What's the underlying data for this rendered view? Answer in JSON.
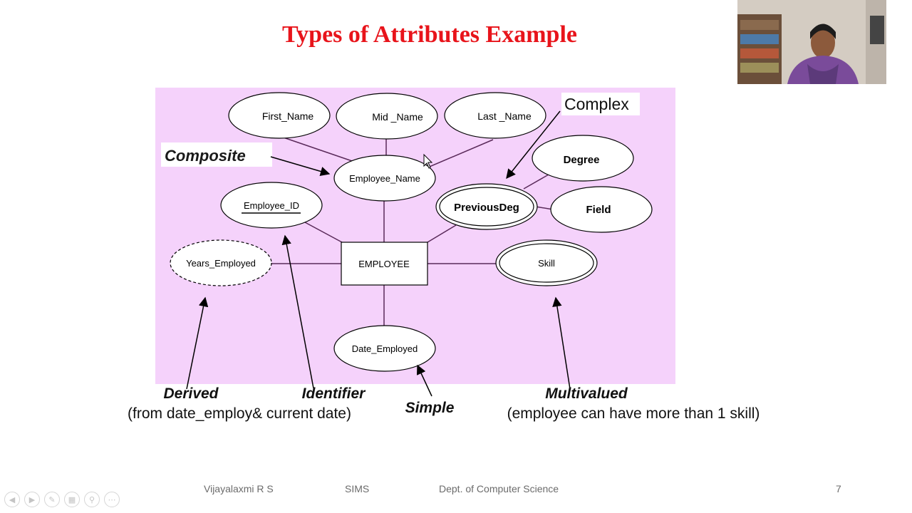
{
  "slide": {
    "title": "Types of Attributes Example",
    "page_number": "7"
  },
  "footer": {
    "author": "Vijayalaxmi R S",
    "institution": "SIMS",
    "department": "Dept. of Computer Science"
  },
  "diagram": {
    "entity": "EMPLOYEE",
    "attributes": {
      "first_name": "First_Name",
      "mid_name": "Mid _Name",
      "last_name": "Last _Name",
      "employee_name": "Employee_Name",
      "employee_id": "Employee_ID",
      "years_employed": "Years_Employed",
      "date_employed": "Date_Employed",
      "skill": "Skill",
      "previous_deg": "PreviousDeg",
      "degree": "Degree",
      "field": "Field"
    },
    "annotations": {
      "composite": "Composite",
      "complex": "Complex",
      "derived": "Derived",
      "derived_note": "(from date_employ& current date)",
      "identifier": "Identifier",
      "simple": "Simple",
      "multivalued": "Multivalued",
      "multivalued_note": "(employee can have more than 1 skill)"
    },
    "colors": {
      "background": "#f5d2fb",
      "title": "#e8141b"
    }
  },
  "presentation_controls": {
    "icons": [
      "previous-icon",
      "next-icon",
      "pen-icon",
      "slides-icon",
      "zoom-icon",
      "more-icon"
    ]
  }
}
